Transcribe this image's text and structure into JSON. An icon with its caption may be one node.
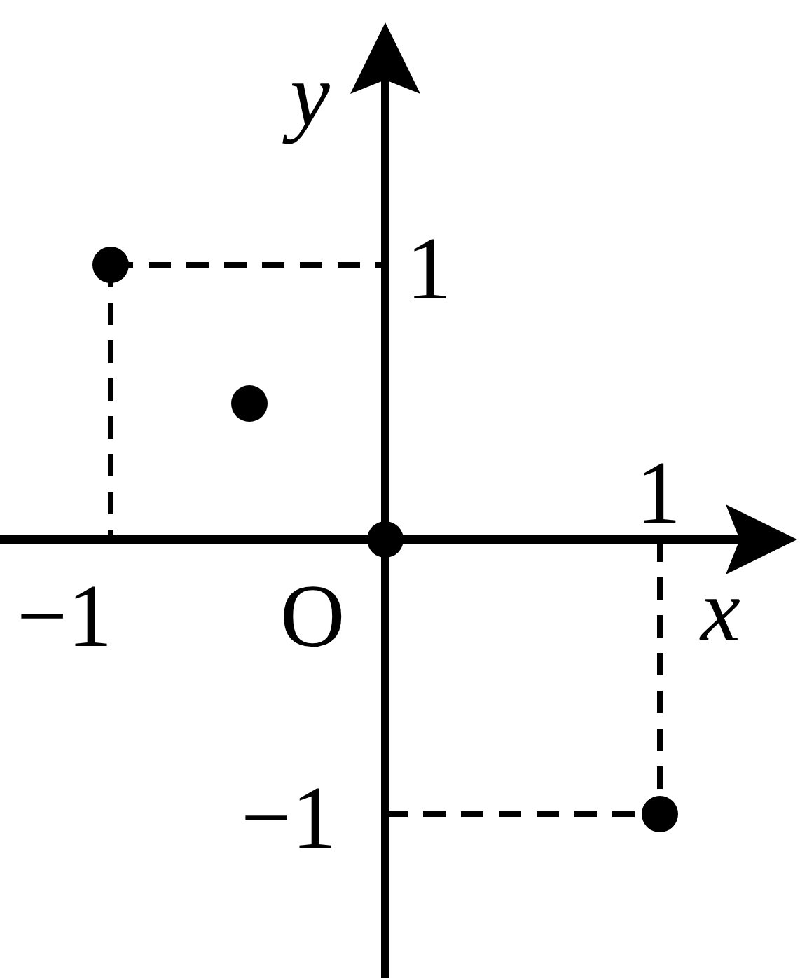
{
  "diagram": {
    "labels": [
      "y",
      "1",
      "1",
      "−1",
      "O",
      "x",
      "−1"
    ]
  }
}
